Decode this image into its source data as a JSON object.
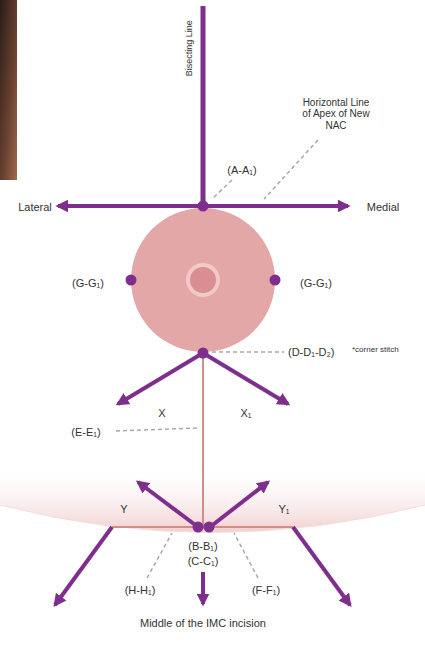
{
  "diagram": {
    "labels": [
      "Bisecting Line",
      "Horizontal Line of Apex of New NAC",
      "(A-A₁)",
      "Lateral",
      "Medial",
      "(G-G₁)",
      "(G-G₁)",
      "(D-D₁-D₂)",
      "*corner stitch",
      "X",
      "X₁",
      "(E-E₁)",
      "Y",
      "Y₁",
      "(B-B₁)",
      "(C-C₁)",
      "(H-H₁)",
      "(F-F₁)",
      "Middle of the IMC incision"
    ]
  }
}
